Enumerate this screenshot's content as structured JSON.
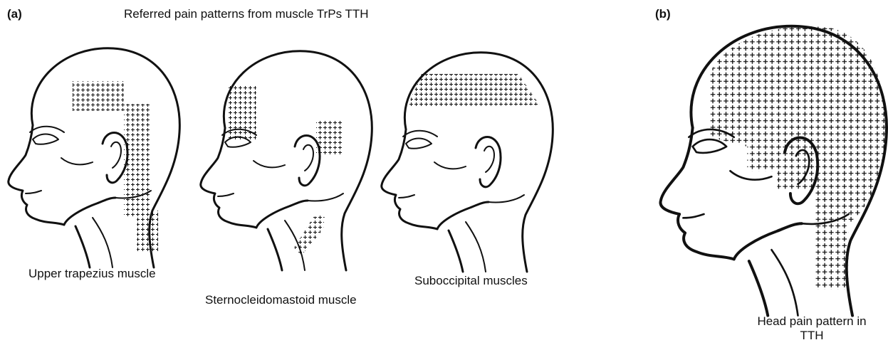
{
  "panel_a": {
    "letter": "(a)",
    "title": "Referred pain patterns from muscle TrPs TTH",
    "labels": {
      "upper_trapezius": "Upper trapezius muscle",
      "sternocleidomastoid": "Sternocleidomastoid muscle",
      "suboccipital": "Suboccipital muscles"
    }
  },
  "panel_b": {
    "letter": "(b)",
    "caption_line1": "Head pain pattern in",
    "caption_line2": "TTH"
  },
  "icons": {
    "heads": [
      "head-profile-icon",
      "head-profile-icon",
      "head-profile-icon",
      "head-profile-icon"
    ],
    "pain_marker": "cross-hatch-pattern"
  },
  "colors": {
    "line": "#111111",
    "background": "#ffffff"
  }
}
